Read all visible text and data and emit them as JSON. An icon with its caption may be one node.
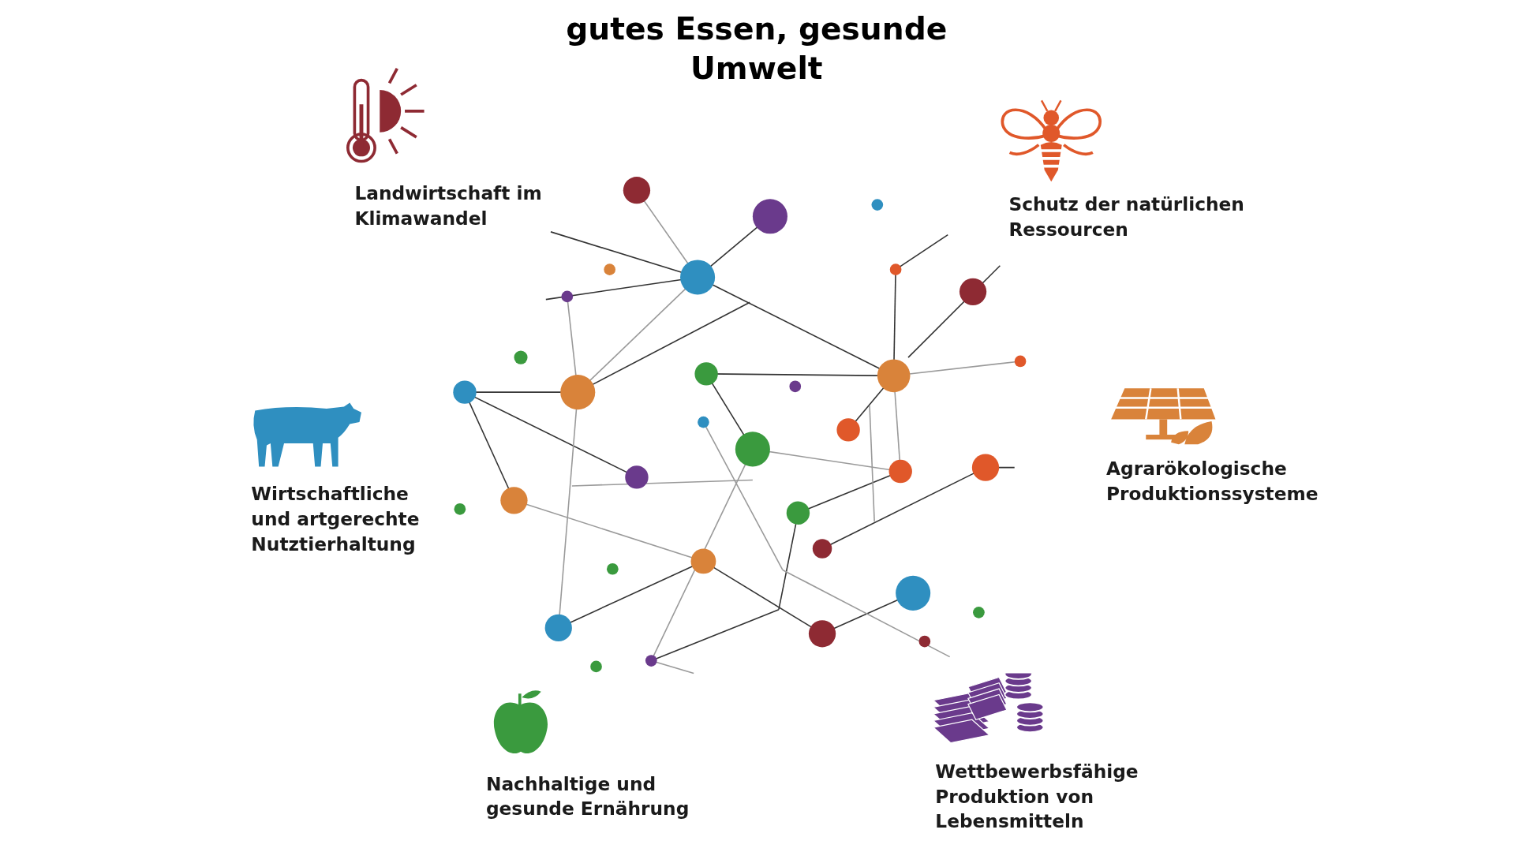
{
  "diagram": {
    "title": "gutes Essen, gesunde Umwelt",
    "labels": [
      "Landwirtschaft im Klimawandel",
      "Schutz der natürlichen Ressourcen",
      "Wirtschaftliche und artgerechte Nutztierhaltung",
      "Agrarökologische Produktionssysteme",
      "Nachhaltige und gesunde Ernährung",
      "Wettbewerbsfähige Produktion von Lebensmitteln"
    ]
  }
}
